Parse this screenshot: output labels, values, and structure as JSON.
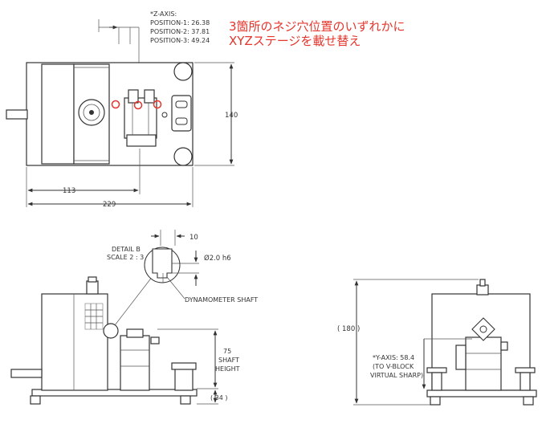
{
  "annotation": {
    "line1": "3箇所のネジ穴位置のいずれかに",
    "line2": "XYZステージを載せ替え",
    "color": "#e5352c"
  },
  "z_axis": {
    "title": "*Z-AXIS:",
    "positions": [
      "POSITION-1: 26.38",
      "POSITION-2: 37.81",
      "POSITION-3: 49.24"
    ]
  },
  "top_view": {
    "dim_height": "140",
    "dim_half": "113",
    "dim_width": "229"
  },
  "detail": {
    "title": "DETAIL B",
    "scale": "SCALE 2 : 3",
    "dim_width": "10",
    "dim_dia": "Ø2.0 h6",
    "shaft_label": "DYNAMOMETER SHAFT"
  },
  "side_view": {
    "shaft_dim": "75",
    "shaft_text1": "SHAFT",
    "shaft_text2": "HEIGHT",
    "base_dim": "( 34 )"
  },
  "front_view": {
    "height_dim": "( 180 )",
    "y_axis1": "*Y-AXIS: 58.4",
    "y_axis2": "(TO V-BLOCK",
    "y_axis3": "VIRTUAL SHARP)"
  }
}
